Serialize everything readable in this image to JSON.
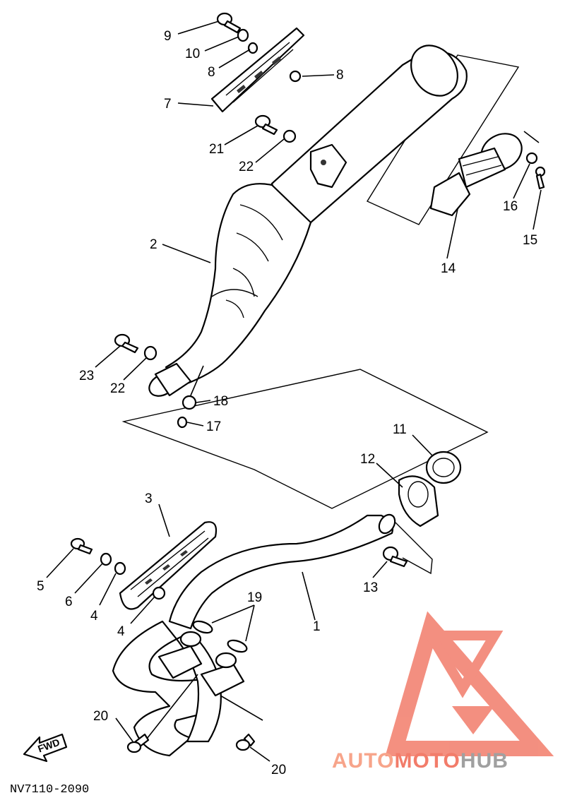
{
  "labels": [
    {
      "id": "9",
      "text": "9"
    },
    {
      "id": "10",
      "text": "10"
    },
    {
      "id": "8a",
      "text": "8"
    },
    {
      "id": "8b",
      "text": "8"
    },
    {
      "id": "7",
      "text": "7"
    },
    {
      "id": "21",
      "text": "21"
    },
    {
      "id": "22a",
      "text": "22"
    },
    {
      "id": "2",
      "text": "2"
    },
    {
      "id": "16",
      "text": "16"
    },
    {
      "id": "15",
      "text": "15"
    },
    {
      "id": "14",
      "text": "14"
    },
    {
      "id": "23",
      "text": "23"
    },
    {
      "id": "22b",
      "text": "22"
    },
    {
      "id": "18",
      "text": "18"
    },
    {
      "id": "17",
      "text": "17"
    },
    {
      "id": "11",
      "text": "11"
    },
    {
      "id": "12",
      "text": "12"
    },
    {
      "id": "3",
      "text": "3"
    },
    {
      "id": "5",
      "text": "5"
    },
    {
      "id": "6",
      "text": "6"
    },
    {
      "id": "4a",
      "text": "4"
    },
    {
      "id": "4b",
      "text": "4"
    },
    {
      "id": "13",
      "text": "13"
    },
    {
      "id": "19",
      "text": "19"
    },
    {
      "id": "1",
      "text": "1"
    },
    {
      "id": "20a",
      "text": "20"
    },
    {
      "id": "20b",
      "text": "20"
    }
  ],
  "fwd_label": "FWD",
  "diagram_code": "NV7110-2090",
  "watermark": {
    "part1": "AUTO",
    "part2": "MOTO",
    "part3": "HUB",
    "color_light": "#f7a48a",
    "color_main": "#f27c6a",
    "color_gray": "#a0a0a0"
  }
}
